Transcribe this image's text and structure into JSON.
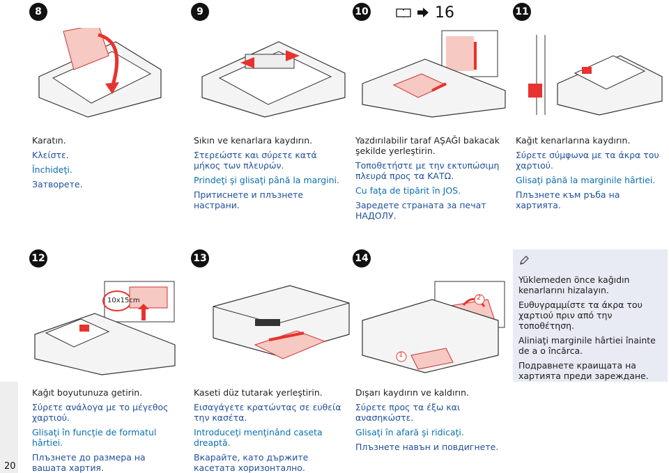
{
  "page_number": "20",
  "reference": {
    "page": "16",
    "book_icon": "book-icon",
    "arrow_icon": "arrow-right-icon"
  },
  "steps": [
    {
      "num": "8",
      "en": "Karatın.",
      "gr": "Κλείστε.",
      "ro": "Închideţi.",
      "bg": "Затворете."
    },
    {
      "num": "9",
      "en": "Sıkın ve kenarlara kaydırın.",
      "gr": "Στερεώστε και σύρετε κατά μήκος των πλευρών.",
      "ro": "Prindeţi şi glisaţi până la margini.",
      "bg": "Притиснете и плъзнете настрани."
    },
    {
      "num": "10",
      "en": "Yazdırılabilir taraf AŞAĞI bakacak şekilde yerleştirin.",
      "gr": "Τοποθετήστε με την εκτυπώσιμη πλευρά προς τα ΚΑΤΩ.",
      "ro": "Cu faţa de tipărit în JOS.",
      "bg": "Заредете страната за печат НАДОЛУ."
    },
    {
      "num": "11",
      "en": "Kağıt kenarlarına kaydırın.",
      "gr": "Σύρετε σύμφωνα με τα άκρα του χαρτιού.",
      "ro": "Glisaţi până la marginile hârtiei.",
      "bg": "Плъзнете към ръба на хартията."
    },
    {
      "num": "12",
      "en": "Kağıt boyutunuza getirin.",
      "gr": "Σύρετε ανάλογα με το μέγεθος χαρτιού.",
      "ro": "Glisaţi în funcţie de formatul hârtiei.",
      "bg": "Плъзнете до размера на вашата хартия.",
      "label": "10x15cm"
    },
    {
      "num": "13",
      "en": "Kaseti düz tutarak yerleştirin.",
      "gr": "Εισαγάγετε κρατώντας σε ευθεία την κασέτα.",
      "ro": "Introduceţi menţinând caseta dreaptă.",
      "bg": "Вкарайте, като държите касетата хоризонтално."
    },
    {
      "num": "14",
      "en": "Dışarı kaydırın ve kaldırın.",
      "gr": "Σύρετε προς τα έξω και ανασηκώστε.",
      "ro": "Glisaţi în afară şi ridicaţi.",
      "bg": "Плъзнете навън и повдигнете.",
      "callout1": "1",
      "callout2": "2"
    }
  ],
  "note": {
    "icon": "pencil-icon",
    "en": "Yüklemeden önce kağıdın kenarlarını hizalayın.",
    "gr": "Ευθυγραμμίστε τα άκρα του χαρτιού πριν από την τοποθέτηση.",
    "ro": "Aliniaţi marginile hârtiei înainte de a o încărca.",
    "bg": "Подравнете краищата на хартията преди зареждане."
  },
  "colors": {
    "accent_red": "#e8322e",
    "paper_pink": "#f6c9c2",
    "note_bg": "#e8ebf3",
    "badge": "#111111"
  }
}
